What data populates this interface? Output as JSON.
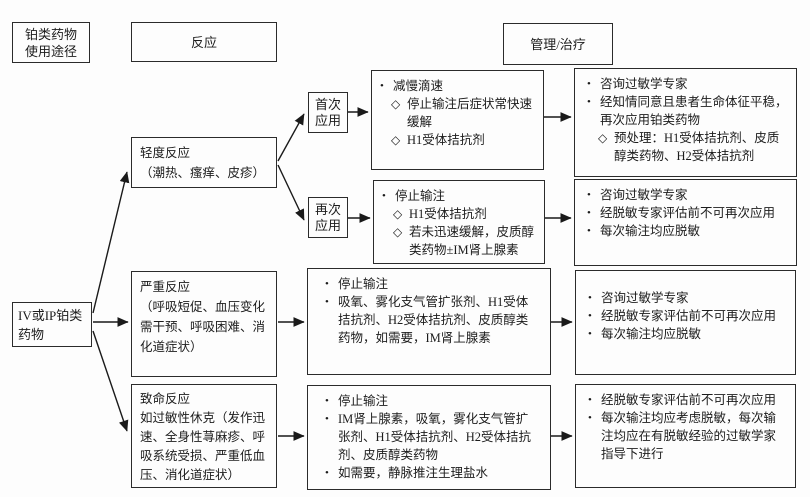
{
  "colors": {
    "background": "#fdfdfd",
    "border": "#2b2b2b",
    "text": "#1c1c1c"
  },
  "headers": {
    "route": {
      "line1": "铂类药物",
      "line2": "使用途径"
    },
    "reaction": "反应",
    "management": "管理/治疗"
  },
  "source": {
    "line1": "IV或IP铂类",
    "line2": "药物"
  },
  "occurrence": {
    "first": {
      "line1": "首次",
      "line2": "应用"
    },
    "repeat": {
      "line1": "再次",
      "line2": "应用"
    }
  },
  "reactions": {
    "mild": {
      "title": "轻度反应",
      "detail": "（潮热、瘙痒、皮疹）"
    },
    "severe": {
      "title": "严重反应",
      "detail": "（呼吸短促、血压变化需干预、呼吸困难、消化道症状）"
    },
    "fatal": {
      "title": "致命反应",
      "detail": "如过敏性休克（发作迅速、全身性荨麻疹、呼吸系统受损、严重低血压、消化道症状）"
    }
  },
  "management": {
    "first_use": {
      "action": {
        "items": [
          {
            "b": "•",
            "t": "减慢滴速"
          },
          {
            "b": "◇",
            "t": "停止输注后症状常快速缓解"
          },
          {
            "b": "◇",
            "t": "H1受体拮抗剂"
          }
        ]
      },
      "followup": {
        "items": [
          {
            "b": "•",
            "t": "咨询过敏学专家"
          },
          {
            "b": "•",
            "t": "经知情同意且患者生命体征平稳，再次应用铂类药物"
          },
          {
            "b": "◇",
            "t": "预处理：H1受体拮抗剂、皮质醇类药物、H2受体拮抗剂"
          }
        ]
      }
    },
    "repeat_use": {
      "action": {
        "items": [
          {
            "b": "•",
            "t": "停止输注"
          },
          {
            "b": "◇",
            "t": "H1受体拮抗剂"
          },
          {
            "b": "◇",
            "t": "若未迅速缓解，皮质醇类药物±IM肾上腺素"
          }
        ]
      },
      "followup": {
        "items": [
          {
            "b": "•",
            "t": "咨询过敏学专家"
          },
          {
            "b": "•",
            "t": "经脱敏专家评估前不可再次应用"
          },
          {
            "b": "•",
            "t": "每次输注均应脱敏"
          }
        ]
      }
    },
    "severe": {
      "action": {
        "items": [
          {
            "b": "•",
            "t": "停止输注"
          },
          {
            "b": "•",
            "t": "吸氧、雾化支气管扩张剂、H1受体拮抗剂、H2受体拮抗剂、皮质醇类药物，如需要，IM肾上腺素"
          }
        ]
      },
      "followup": {
        "items": [
          {
            "b": "•",
            "t": "咨询过敏学专家"
          },
          {
            "b": "•",
            "t": "经脱敏专家评估前不可再次应用"
          },
          {
            "b": "•",
            "t": "每次输注均应脱敏"
          }
        ]
      }
    },
    "fatal": {
      "action": {
        "items": [
          {
            "b": "•",
            "t": "停止输注"
          },
          {
            "b": "•",
            "t": "IM肾上腺素，吸氧，雾化支气管扩张剂、H1受体拮抗剂、H2受体拮抗剂、皮质醇类药物"
          },
          {
            "b": "•",
            "t": "如需要，静脉推注生理盐水"
          }
        ]
      },
      "followup": {
        "items": [
          {
            "b": "•",
            "t": "经脱敏专家评估前不可再次应用"
          },
          {
            "b": "•",
            "t": "每次输注均应考虑脱敏，每次输注均应在有脱敏经验的过敏学家指导下进行"
          }
        ]
      }
    }
  }
}
